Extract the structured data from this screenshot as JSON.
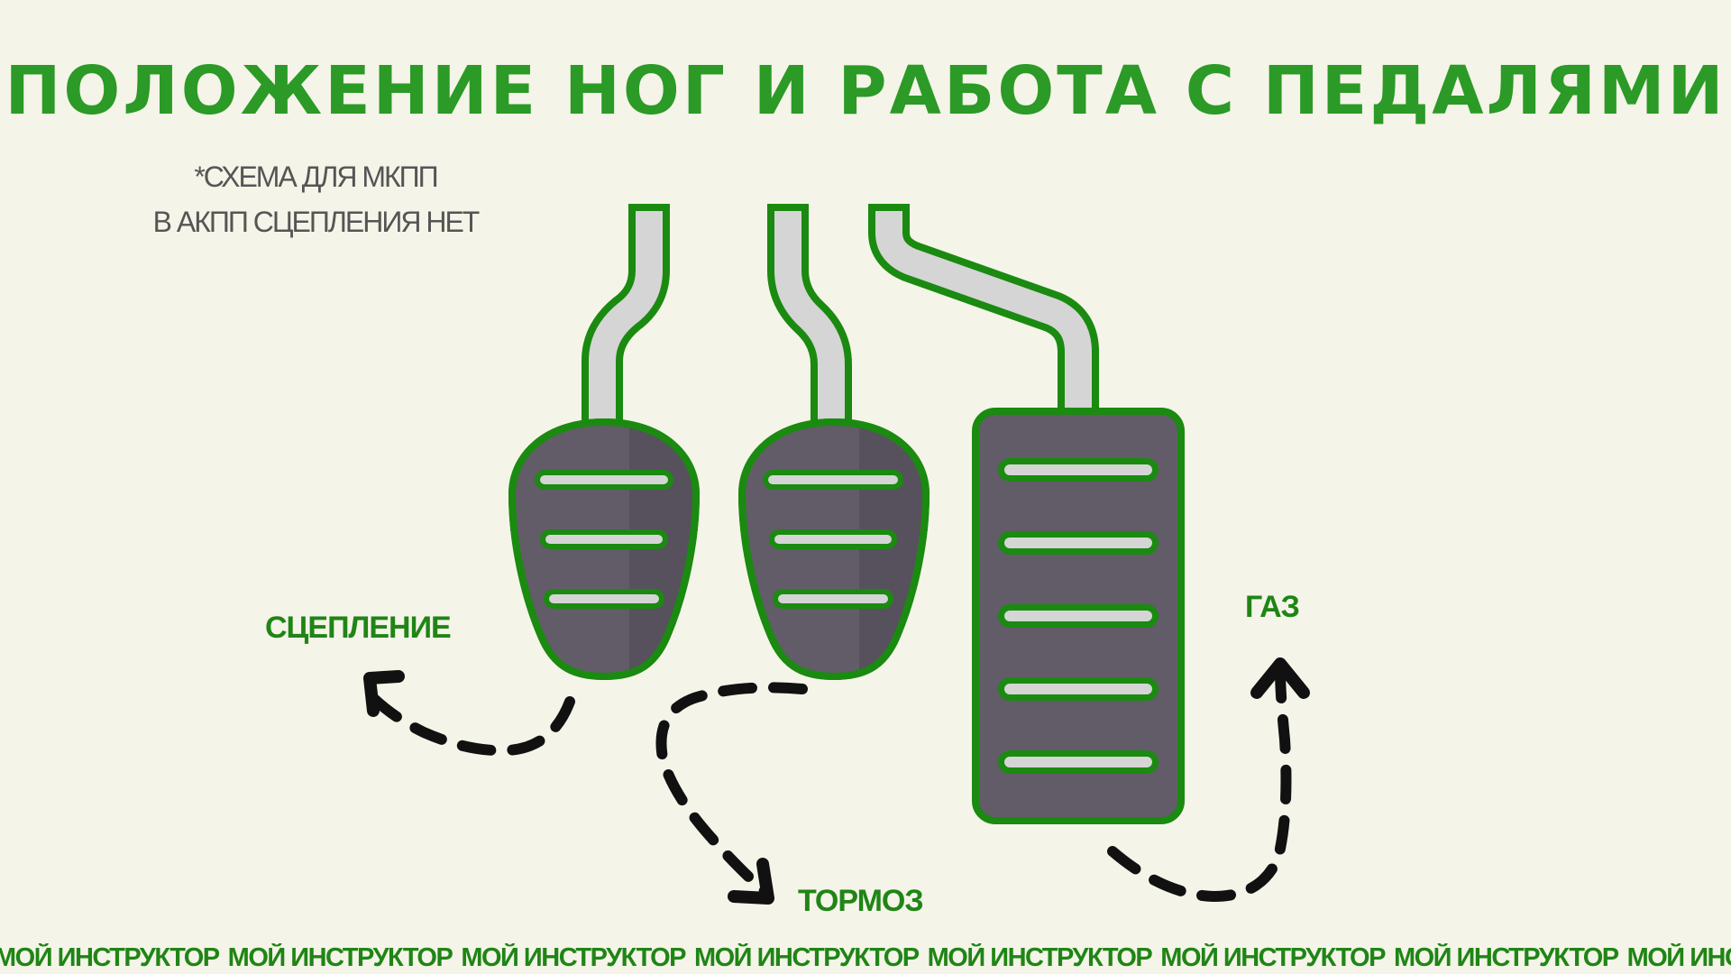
{
  "title": "ПОЛОЖЕНИЕ НОГ И РАБОТА С ПЕДАЛЯМИ",
  "note": {
    "line1": "*СХЕМА ДЛЯ МКПП",
    "line2": "В АКПП СЦЕПЛЕНИЯ НЕТ"
  },
  "pedals": {
    "clutch_label": "СЦЕПЛЕНИЕ",
    "brake_label": "ТОРМОЗ",
    "gas_label": "ГАЗ"
  },
  "footer": {
    "ticker_text": "МОЙ ИНСТРУКТОР",
    "repeat_count": 9
  },
  "colors": {
    "background": "#f5f4e8",
    "title_green": "#2b9a26",
    "outline_green": "#1a8a10",
    "pedal_dark": "#625c68",
    "pedal_shadow": "#57515d",
    "stem_gray": "#d5d5d5",
    "arrow_black": "#111111"
  },
  "icons": {
    "clutch": "clutch-pedal-icon",
    "brake": "brake-pedal-icon",
    "gas": "gas-pedal-icon",
    "arrow": "dashed-arrow-icon"
  }
}
